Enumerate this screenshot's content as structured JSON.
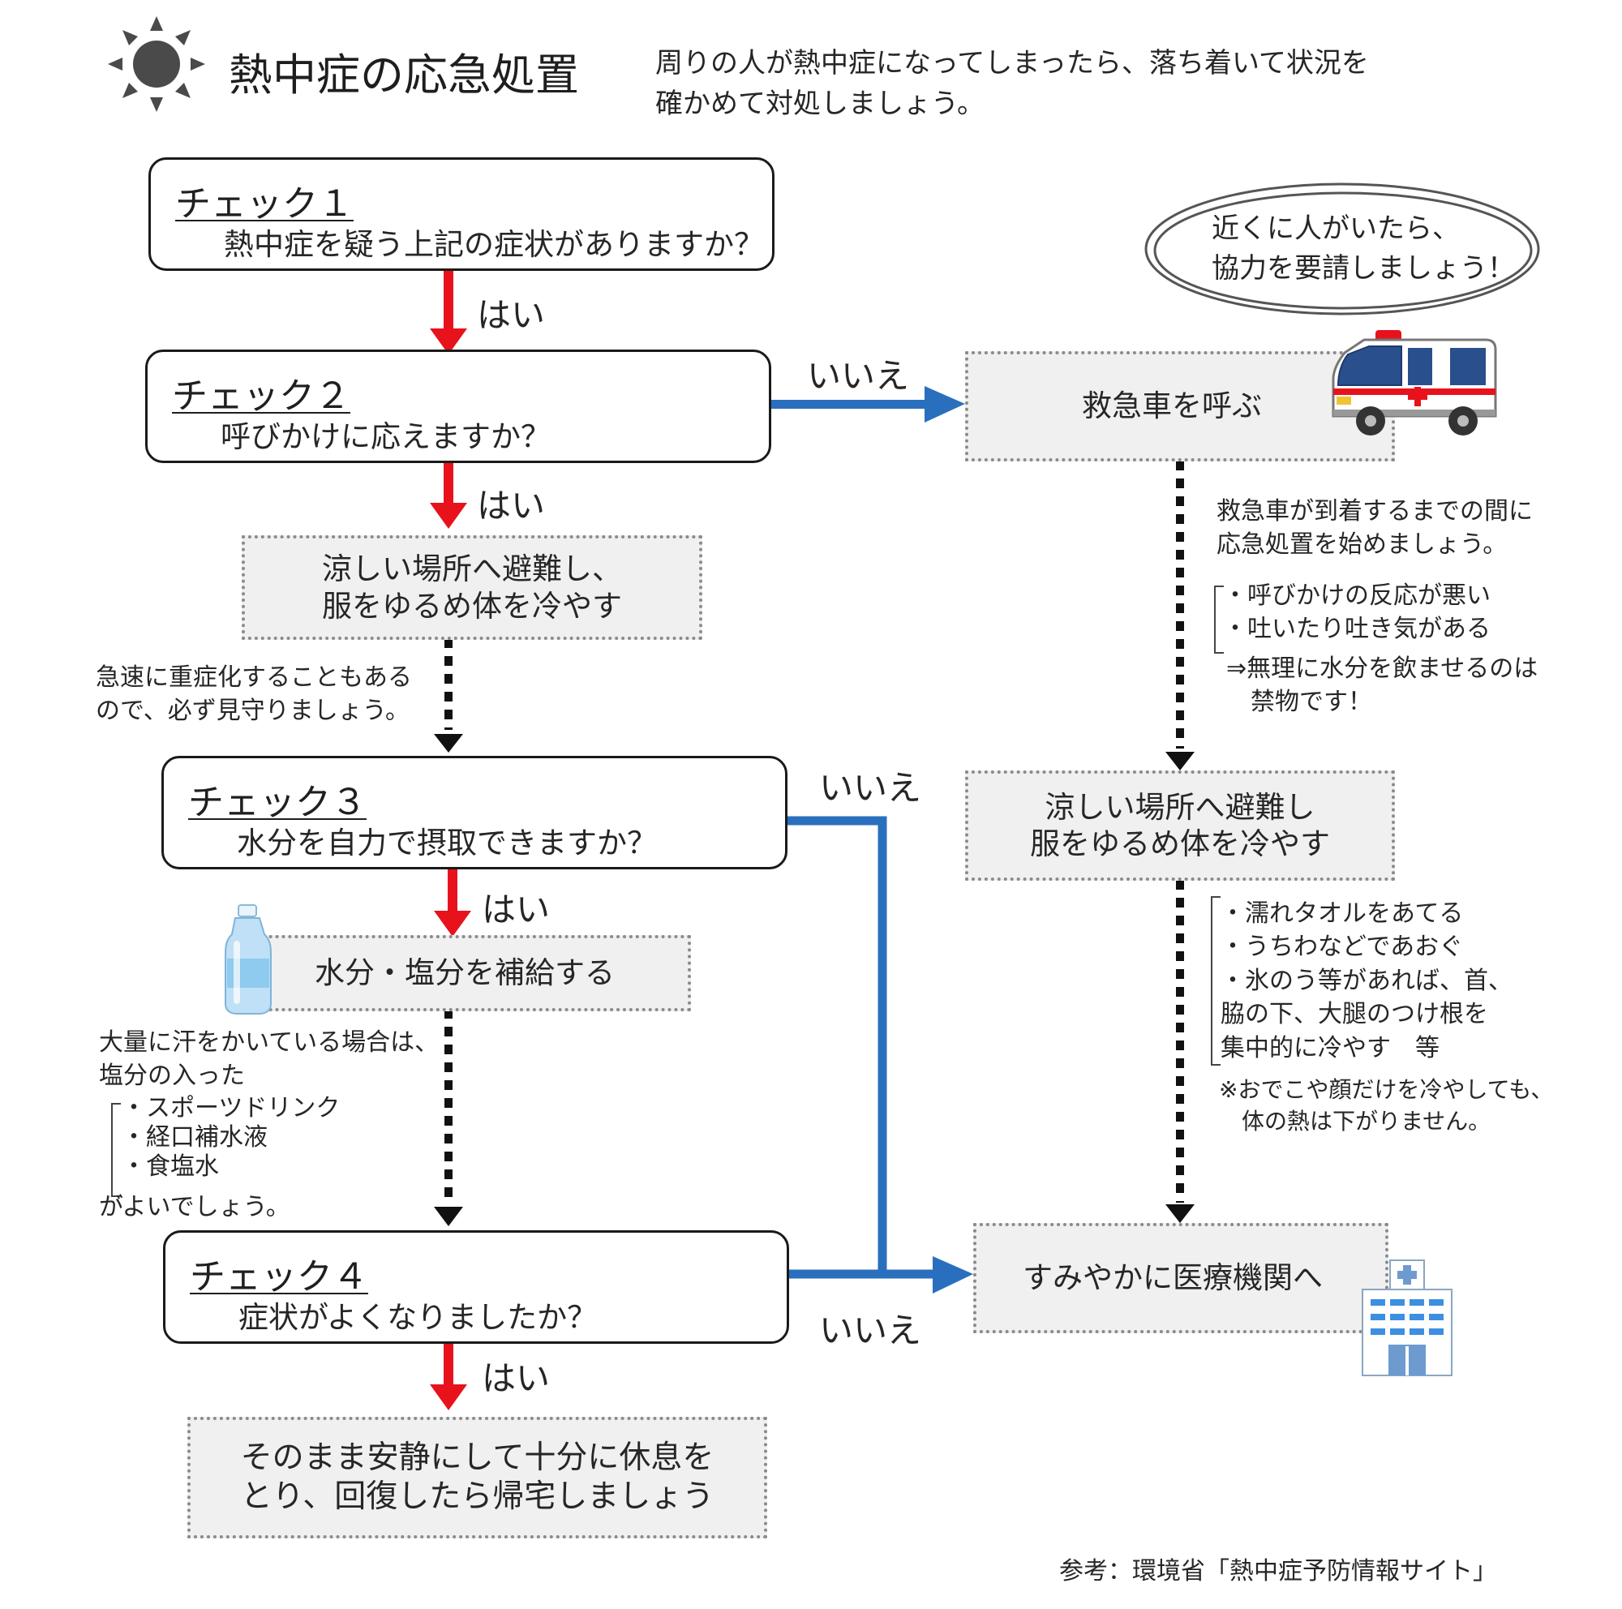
{
  "header": {
    "title": "熱中症の応急処置",
    "intro_line1": "周りの人が熱中症になってしまったら、落ち着いて状況を",
    "intro_line2": "確かめて対処しましょう。",
    "icon": "sun-icon"
  },
  "checks": [
    {
      "title": "チェック１",
      "question": "熱中症を疑う上記の症状がありますか？"
    },
    {
      "title": "チェック２",
      "question": "呼びかけに応えますか？"
    },
    {
      "title": "チェック３",
      "question": "水分を自力で摂取できますか？"
    },
    {
      "title": "チェック４",
      "question": "症状がよくなりましたか？"
    }
  ],
  "labels": {
    "yes": "はい",
    "no": "いいえ"
  },
  "actions": {
    "cool_left": "涼しい場所へ避難し、\n服をゆるめ体を冷やす",
    "hydrate": "水分・塩分を補給する",
    "rest": "そのまま安静にして十分に休息を\nとり、回復したら帰宅しましょう",
    "ambulance": "救急車を呼ぶ",
    "cool_right": "涼しい場所へ避難し\n服をゆるめ体を冷やす",
    "hospital": "すみやかに医療機関へ"
  },
  "callout": "近くに人がいたら、\n協力を要請しましょう！",
  "notes": {
    "watch": "急速に重症化することもある\nので、必ず見守りましょう。",
    "salt_intro": "大量に汗をかいている場合は、\n塩分の入った",
    "salt_items": [
      "スポーツドリンク",
      "経口補水液",
      "食塩水"
    ],
    "salt_outro": "がよいでしょう。",
    "first_aid": "救急車が到着するまでの間に\n応急処置を始めましょう。",
    "water_warn_items": [
      "呼びかけの反応が悪い",
      "吐いたり吐き気がある"
    ],
    "water_warn": "⇒無理に水分を飲ませるのは\n　禁物です！",
    "cooling_items": [
      "濡れタオルをあてる",
      "うちわなどであおぐ",
      "氷のう等があれば、首、\n脇の下、大腿のつけ根を\n集中的に冷やす　等"
    ],
    "cooling_caution": "※おでこや顔だけを冷やしても、\n　体の熱は下がりません。"
  },
  "source": "参考：環境省「熱中症予防情報サイト」",
  "colors": {
    "yes_arrow": "#e8121c",
    "no_arrow": "#2a6fbd",
    "dotted_arrow": "#111111",
    "action_bg": "#f0f0f0"
  }
}
